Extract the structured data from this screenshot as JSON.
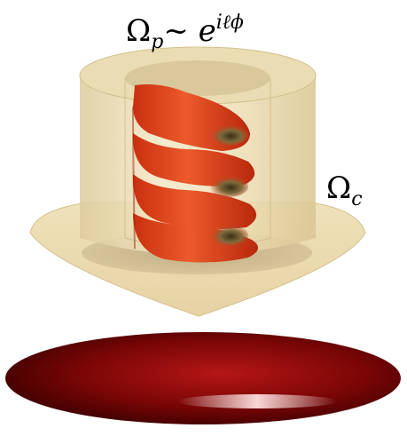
{
  "labels": {
    "probe": {
      "omega": "Ω",
      "subscript": "p",
      "tilde": "~",
      "base": "e",
      "exponent": "iℓϕ"
    },
    "coupling": {
      "omega": "Ω",
      "subscript": "c"
    }
  },
  "colors": {
    "beam_outer": "#e9d9ad",
    "beam_inner": "#d9c79a",
    "helix_red": "#e0461e",
    "helix_dark": "#b02a0e",
    "condensate": "#8a0a0a",
    "condensate_highlight": "#f5b9b9"
  },
  "icons": {
    "helix": "helical-phase-front",
    "beam": "cylindrical-beam",
    "cloud": "atomic-cloud"
  }
}
